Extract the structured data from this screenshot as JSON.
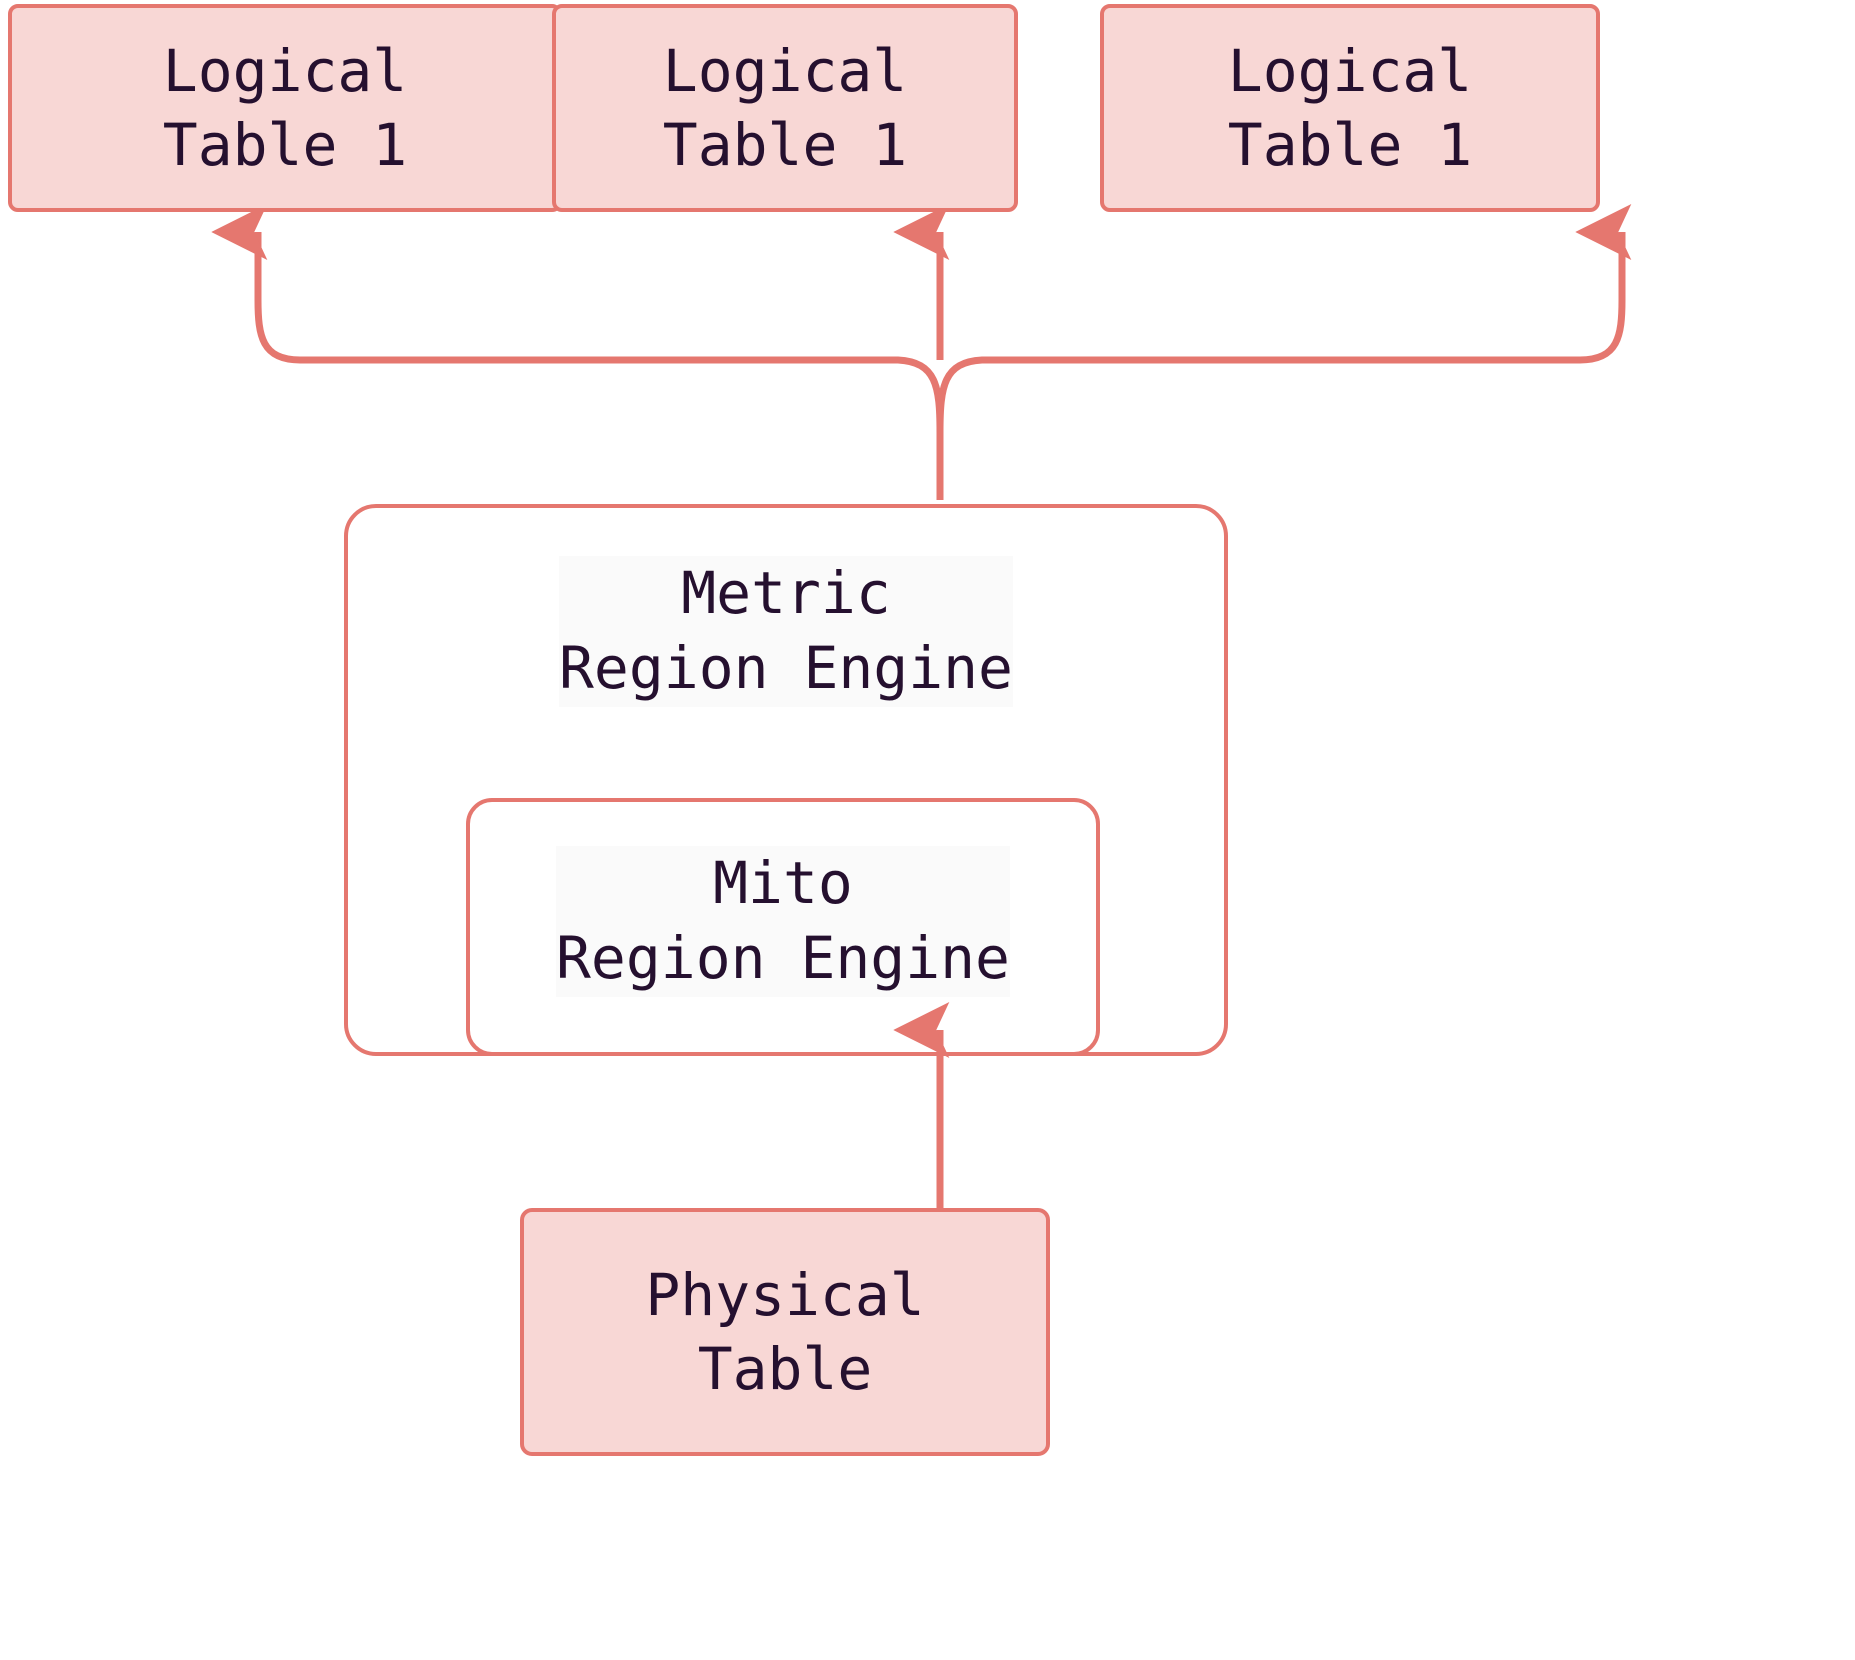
{
  "diagram": {
    "title": "Region engine layering diagram",
    "colors": {
      "node_fill": "#f8d7d5",
      "node_stroke": "#e5776f",
      "edge_stroke": "#e5776f",
      "text": "#25102f",
      "background": "#ffffff",
      "label_halo": "#fafafa"
    },
    "nodes": {
      "logical_table_1": {
        "line1": "Logical",
        "line2": "Table 1"
      },
      "logical_table_2": {
        "line1": "Logical",
        "line2": "Table 1"
      },
      "logical_table_3": {
        "line1": "Logical",
        "line2": "Table 1"
      },
      "metric_region_engine": {
        "line1": "Metric",
        "line2": "Region Engine"
      },
      "mito_region_engine": {
        "line1": "Mito",
        "line2": "Region Engine"
      },
      "physical_table": {
        "line1": "Physical",
        "line2": "Table"
      }
    },
    "edges": [
      {
        "from": "metric-region-engine",
        "to": "logical-table-1",
        "arrowhead": "up"
      },
      {
        "from": "metric-region-engine",
        "to": "logical-table-2",
        "arrowhead": "up"
      },
      {
        "from": "metric-region-engine",
        "to": "logical-table-3",
        "arrowhead": "up"
      },
      {
        "from": "physical-table",
        "to": "mito-region-engine",
        "arrowhead": "up"
      }
    ]
  }
}
